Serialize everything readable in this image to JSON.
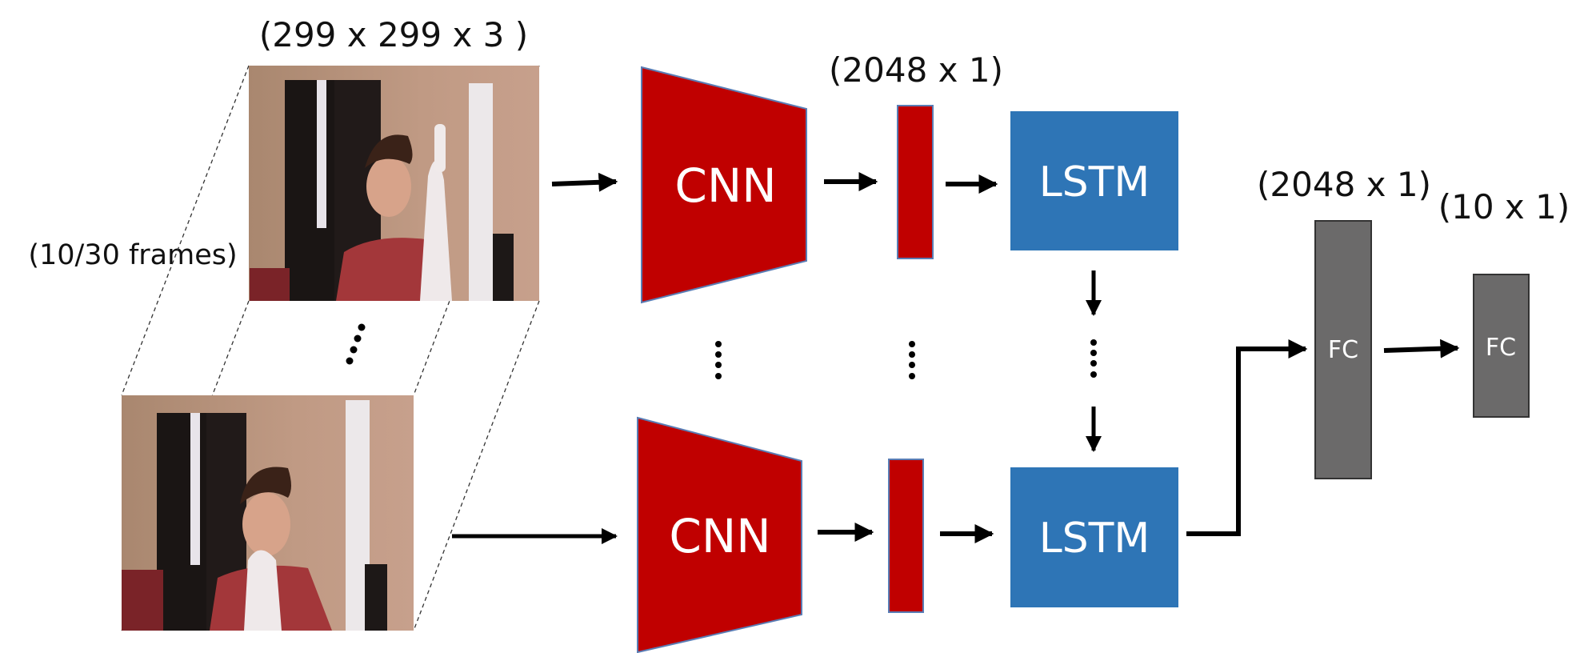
{
  "labels": {
    "input_size": "(299 x 299 x 3 )",
    "frames": "(10/30 frames)",
    "feature_size": "(2048 x 1)",
    "fc1_size": "(2048 x 1)",
    "fc2_size": "(10 x 1)"
  },
  "blocks": {
    "cnn_top": "CNN",
    "cnn_bottom": "CNN",
    "lstm_top": "LSTM",
    "lstm_bottom": "LSTM",
    "fc1": "FC",
    "fc2": "FC"
  },
  "colors": {
    "cnn": "#c00000",
    "lstm": "#2e75b6",
    "fc": "#6b6a6a",
    "arrow": "#000000"
  }
}
